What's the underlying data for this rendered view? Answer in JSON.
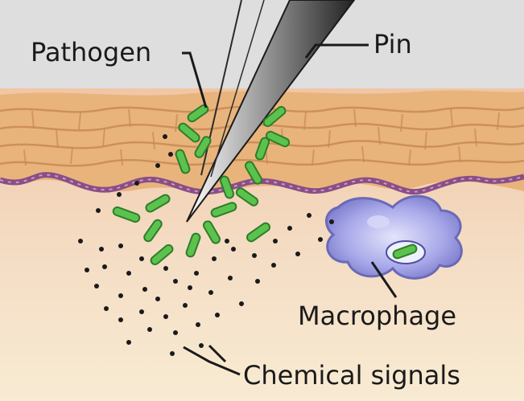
{
  "labels": {
    "pathogen": "Pathogen",
    "pin": "Pin",
    "macrophage": "Macrophage",
    "chemical_signals": "Chemical signals"
  },
  "colors": {
    "background_top": "#dcdcdc",
    "skin_layer": "#e7b37a",
    "skin_cell_lines": "#c98a52",
    "basement_membrane": "#8a4e86",
    "dermis": "#f3d3b8",
    "dermis_lower": "#f7e6cf",
    "pathogen": "#3fb341",
    "macrophage": "#9c9ce6",
    "chemical_signal": "#1a1a1a",
    "pin": "#2b2b2b"
  }
}
